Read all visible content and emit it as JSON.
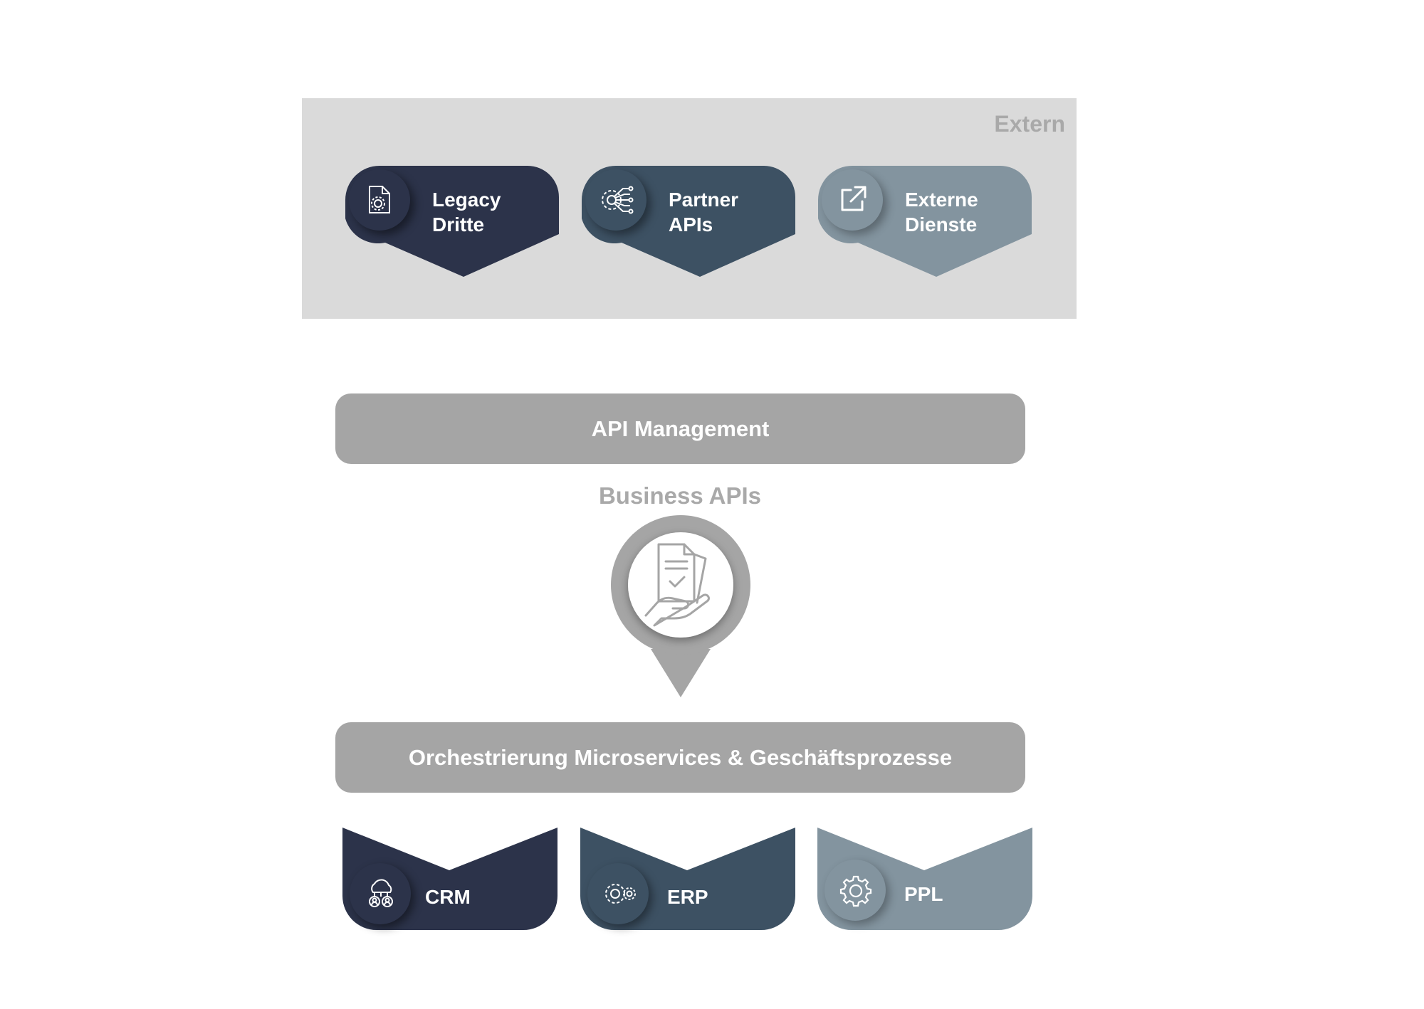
{
  "extern": {
    "title": "Extern",
    "cards": [
      {
        "line1": "Legacy",
        "line2": "Dritte",
        "icon": "document-gear-icon",
        "color": "#2c334a"
      },
      {
        "line1": "Partner",
        "line2": "APIs",
        "icon": "network-gear-icon",
        "color": "#3d5163"
      },
      {
        "line1": "Externe",
        "line2": "Dienste",
        "icon": "external-link-icon",
        "color": "#83949f"
      }
    ]
  },
  "api_management": {
    "label": "API Management"
  },
  "business_apis": {
    "label": "Business APIs",
    "icon": "hand-document-icon"
  },
  "orchestration": {
    "label": "Orchestrierung Microservices & Geschäftsprozesse"
  },
  "systems": [
    {
      "label": "CRM",
      "icon": "cloud-users-icon",
      "color": "#2c334a"
    },
    {
      "label": "ERP",
      "icon": "gears-icon",
      "color": "#3d5163"
    },
    {
      "label": "PPL",
      "icon": "gear-icon",
      "color": "#83949f"
    }
  ],
  "colors": {
    "panel": "#dadada",
    "bar": "#a5a5a5",
    "muted_text": "#a9a9a9"
  }
}
